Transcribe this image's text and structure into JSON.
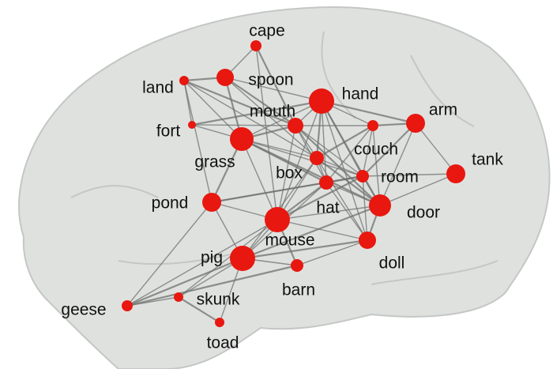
{
  "colors": {
    "node": "#e8170f",
    "edge": "#6d716f",
    "brain_fill": "#dfe1df",
    "brain_stroke": "#c4c7c5"
  },
  "nodes": [
    {
      "id": "cape",
      "label": "cape"
    },
    {
      "id": "land",
      "label": "land"
    },
    {
      "id": "spoon",
      "label": "spoon"
    },
    {
      "id": "hand",
      "label": "hand"
    },
    {
      "id": "arm",
      "label": "arm"
    },
    {
      "id": "mouth",
      "label": "mouth"
    },
    {
      "id": "fort",
      "label": "fort"
    },
    {
      "id": "couch",
      "label": "couch"
    },
    {
      "id": "grass",
      "label": "grass"
    },
    {
      "id": "tank",
      "label": "tank"
    },
    {
      "id": "box",
      "label": "box"
    },
    {
      "id": "room",
      "label": "room"
    },
    {
      "id": "pond",
      "label": "pond"
    },
    {
      "id": "hat",
      "label": "hat"
    },
    {
      "id": "door",
      "label": "door"
    },
    {
      "id": "mouse",
      "label": "mouse"
    },
    {
      "id": "pig",
      "label": "pig"
    },
    {
      "id": "doll",
      "label": "doll"
    },
    {
      "id": "barn",
      "label": "barn"
    },
    {
      "id": "skunk",
      "label": "skunk"
    },
    {
      "id": "geese",
      "label": "geese"
    },
    {
      "id": "toad",
      "label": "toad"
    }
  ],
  "edges": [
    [
      "land",
      "spoon"
    ],
    [
      "land",
      "fort"
    ],
    [
      "land",
      "grass"
    ],
    [
      "land",
      "mouth"
    ],
    [
      "land",
      "pond"
    ],
    [
      "land",
      "box"
    ],
    [
      "cape",
      "mouth"
    ],
    [
      "cape",
      "mouse"
    ],
    [
      "cape",
      "spoon"
    ],
    [
      "spoon",
      "grass"
    ],
    [
      "spoon",
      "hand"
    ],
    [
      "spoon",
      "box"
    ],
    [
      "spoon",
      "mouth"
    ],
    [
      "fort",
      "grass"
    ],
    [
      "fort",
      "mouth"
    ],
    [
      "fort",
      "hand"
    ],
    [
      "hand",
      "mouth"
    ],
    [
      "hand",
      "couch"
    ],
    [
      "hand",
      "box"
    ],
    [
      "hand",
      "room"
    ],
    [
      "hand",
      "hat"
    ],
    [
      "hand",
      "door"
    ],
    [
      "hand",
      "mouse"
    ],
    [
      "hand",
      "grass"
    ],
    [
      "hand",
      "arm"
    ],
    [
      "hand",
      "doll"
    ],
    [
      "mouth",
      "box"
    ],
    [
      "mouth",
      "grass"
    ],
    [
      "mouth",
      "room"
    ],
    [
      "mouth",
      "hat"
    ],
    [
      "mouth",
      "door"
    ],
    [
      "mouth",
      "mouse"
    ],
    [
      "mouth",
      "couch"
    ],
    [
      "arm",
      "couch"
    ],
    [
      "arm",
      "door"
    ],
    [
      "arm",
      "tank"
    ],
    [
      "arm",
      "room"
    ],
    [
      "couch",
      "room"
    ],
    [
      "couch",
      "door"
    ],
    [
      "couch",
      "box"
    ],
    [
      "couch",
      "hat"
    ],
    [
      "grass",
      "box"
    ],
    [
      "grass",
      "hat"
    ],
    [
      "grass",
      "mouse"
    ],
    [
      "grass",
      "room"
    ],
    [
      "grass",
      "door"
    ],
    [
      "box",
      "room"
    ],
    [
      "box",
      "hat"
    ],
    [
      "box",
      "door"
    ],
    [
      "box",
      "mouse"
    ],
    [
      "box",
      "doll"
    ],
    [
      "room",
      "hat"
    ],
    [
      "room",
      "door"
    ],
    [
      "room",
      "tank"
    ],
    [
      "room",
      "mouse"
    ],
    [
      "room",
      "doll"
    ],
    [
      "hat",
      "door"
    ],
    [
      "hat",
      "mouse"
    ],
    [
      "hat",
      "doll"
    ],
    [
      "hat",
      "pig"
    ],
    [
      "door",
      "doll"
    ],
    [
      "door",
      "mouse"
    ],
    [
      "door",
      "tank"
    ],
    [
      "door",
      "pig"
    ],
    [
      "pond",
      "mouse"
    ],
    [
      "pond",
      "pig"
    ],
    [
      "pond",
      "grass"
    ],
    [
      "pond",
      "geese"
    ],
    [
      "pond",
      "hat"
    ],
    [
      "pond",
      "room"
    ],
    [
      "mouse",
      "pig"
    ],
    [
      "mouse",
      "doll"
    ],
    [
      "mouse",
      "barn"
    ],
    [
      "mouse",
      "skunk"
    ],
    [
      "pig",
      "barn"
    ],
    [
      "pig",
      "doll"
    ],
    [
      "pig",
      "skunk"
    ],
    [
      "pig",
      "toad"
    ],
    [
      "pig",
      "geese"
    ],
    [
      "pig",
      "box"
    ],
    [
      "barn",
      "doll"
    ],
    [
      "barn",
      "geese"
    ],
    [
      "geese",
      "skunk"
    ],
    [
      "geese",
      "mouse"
    ],
    [
      "skunk",
      "toad"
    ]
  ]
}
